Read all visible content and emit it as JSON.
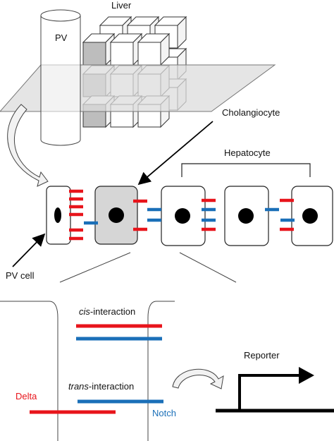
{
  "labels": {
    "liver": "Liver",
    "pv": "PV",
    "cholangiocyte": "Cholangiocyte",
    "hepatocyte": "Hepatocyte",
    "pv_cell": "PV cell",
    "cis_prefix": "cis",
    "cis_suffix": "-interaction",
    "trans_prefix": "trans",
    "trans_suffix": "-interaction",
    "delta": "Delta",
    "notch": "Notch",
    "reporter": "Reporter"
  },
  "colors": {
    "delta": "#e8141b",
    "notch": "#1a6fb8",
    "cholangiocyte_fill": "#d6d6d6",
    "nucleus": "#000000",
    "cube_dark": "#bdbdbd",
    "cube_light": "#ffffff",
    "plane": "#d9d9d9"
  }
}
